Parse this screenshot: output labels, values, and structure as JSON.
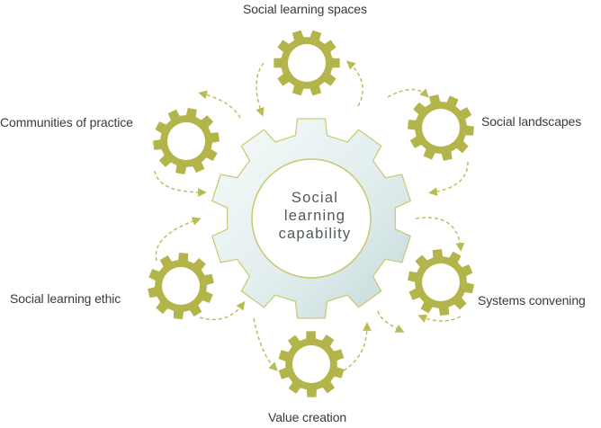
{
  "center": {
    "lines": [
      "Social",
      "learning",
      "capability"
    ]
  },
  "satellites": [
    {
      "label": "Social learning spaces",
      "icon": "gear-icon"
    },
    {
      "label": "Social landscapes",
      "icon": "gear-icon"
    },
    {
      "label": "Systems convening",
      "icon": "gear-icon"
    },
    {
      "label": "Value creation",
      "icon": "gear-icon"
    },
    {
      "label": "Social learning ethic",
      "icon": "gear-icon"
    },
    {
      "label": "Communities of practice",
      "icon": "gear-icon"
    }
  ],
  "colors": {
    "small_gear": "#b3b54a",
    "big_gear_light": "#f3f8f8",
    "big_gear_dark": "#c8dcdc",
    "big_gear_outline": "#c6c96e",
    "arrow": "#b9bb55"
  }
}
